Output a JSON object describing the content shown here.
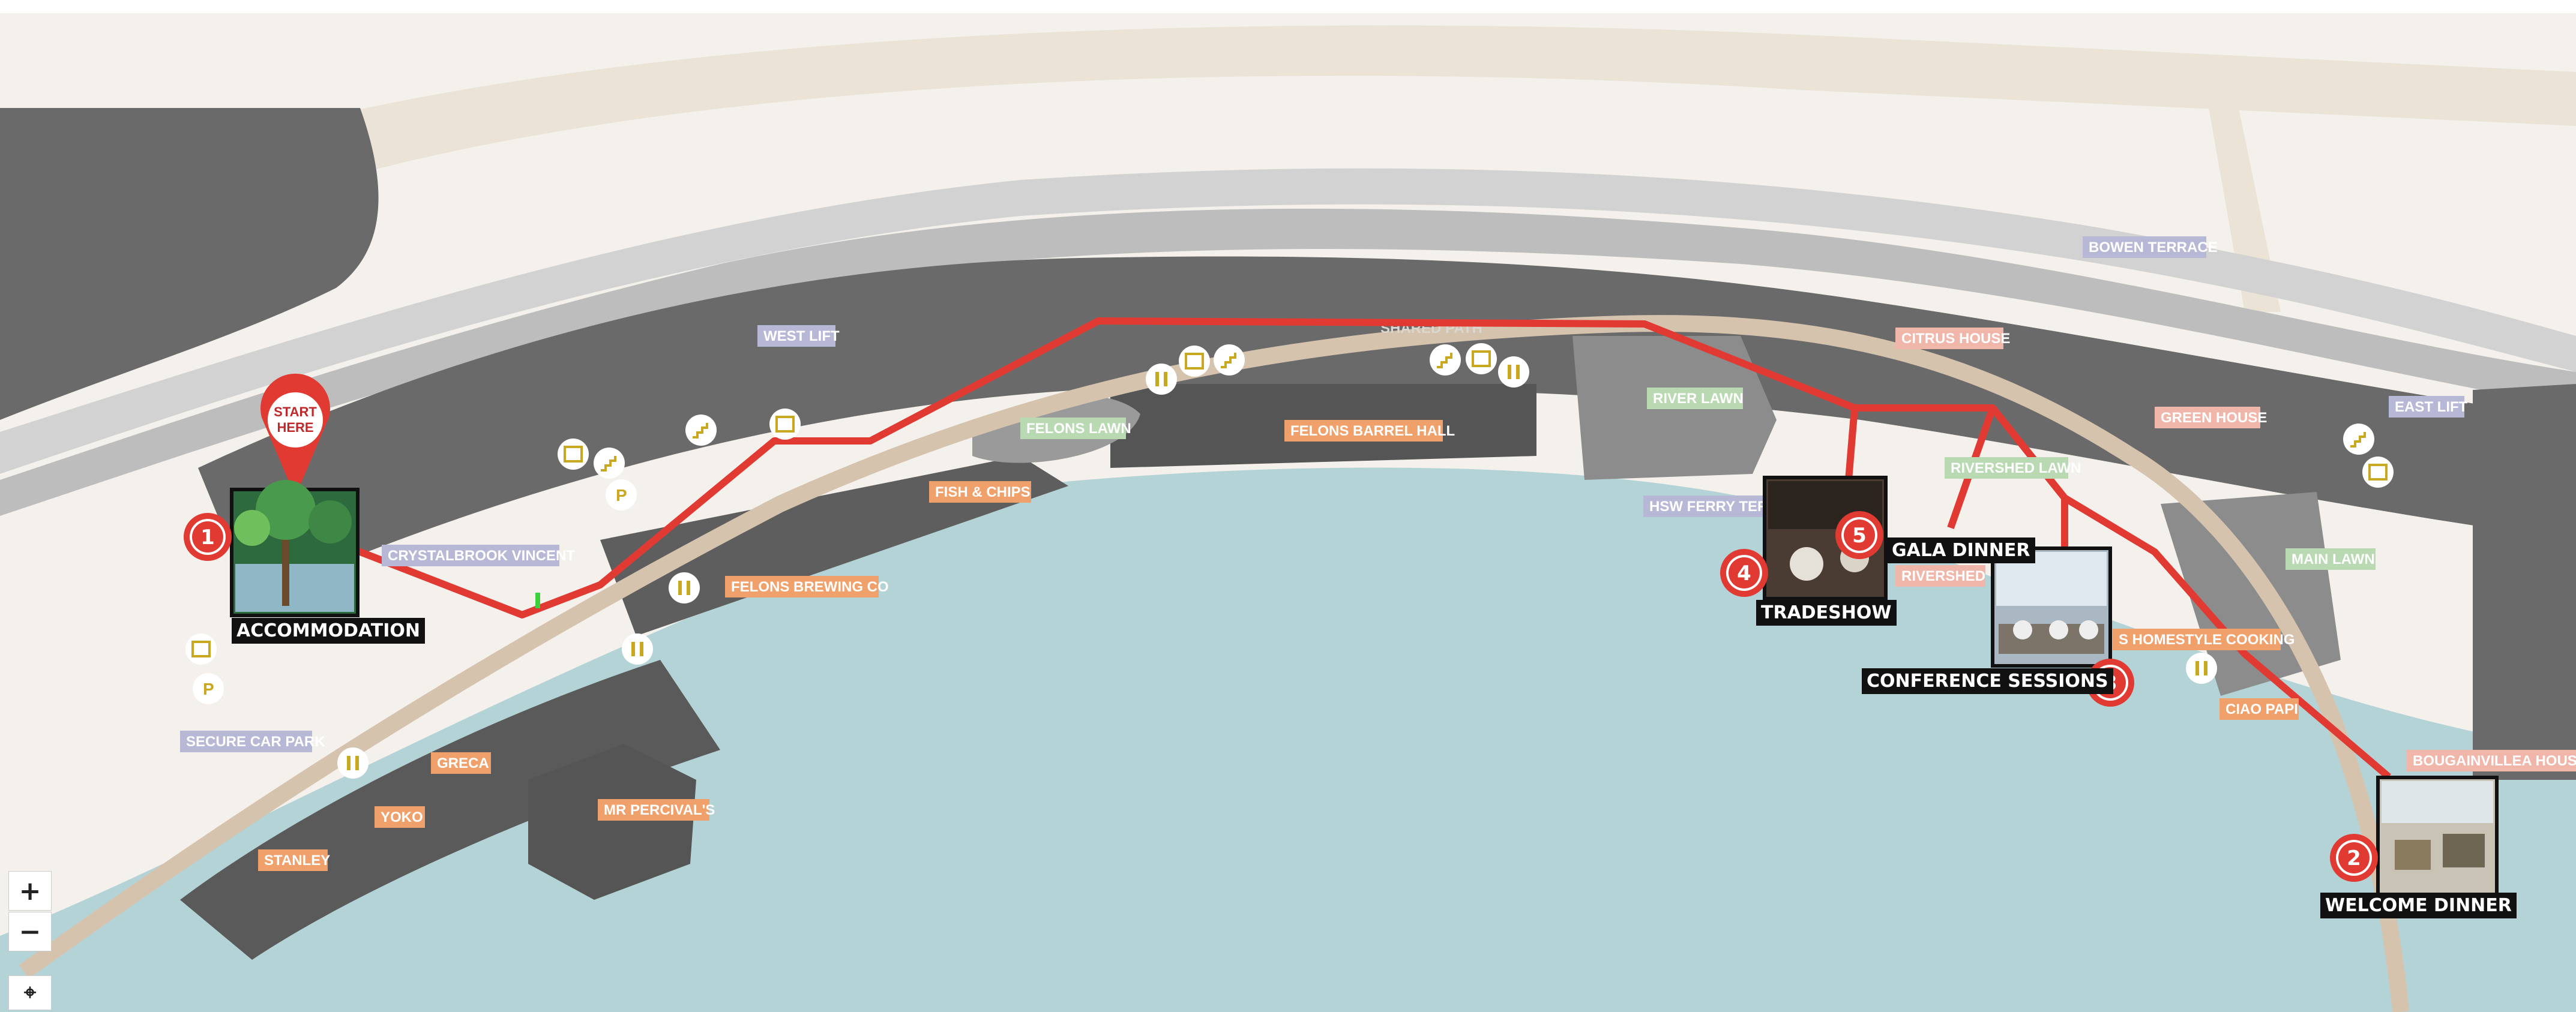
{
  "colors": {
    "route": "#e03a33",
    "water": "#b3d3d6",
    "land": "#f4f1ec",
    "building": "#6a6a6a",
    "path": "#d6c3ae",
    "green_lbl": "#b9d9b2",
    "orange_lbl": "#f0a06a",
    "purple_lbl": "#b7b7d6",
    "pink_lbl": "#efb6a9"
  },
  "start_marker": {
    "line1": "START",
    "line2": "HERE"
  },
  "stops": [
    {
      "number": "1",
      "caption": "ACCOMMODATION",
      "photo_icon": "palm-tree-pool-photo"
    },
    {
      "number": "2",
      "caption": "WELCOME DINNER",
      "photo_icon": "terrace-dining-photo"
    },
    {
      "number": "3",
      "caption": "CONFERENCE SESSIONS",
      "photo_icon": "conference-room-photo"
    },
    {
      "number": "4",
      "caption": "TRADESHOW",
      "photo_icon": "tradeshow-hall-photo"
    },
    {
      "number": "5",
      "caption": "GALA DINNER",
      "photo_icon": "gala-hall-photo"
    }
  ],
  "places": {
    "west_lift": "WEST LIFT",
    "crystalbrook": "CRYSTALBROOK VINCENT",
    "felons_lawn": "FELONS LAWN",
    "felons_barrel": "FELONS BARREL HALL",
    "fish_chips": "FISH & CHIPS",
    "felons_brewing": "FELONS BREWING CO",
    "shared_path": "SHARED PATH",
    "river_lawn": "RIVER LAWN",
    "hsw_ferry": "HSW FERRY TERM",
    "citrus_house": "CITRUS HOUSE",
    "bowen_terrace": "BOWEN TERRACE",
    "green_house": "GREEN HOUSE",
    "east_lift": "EAST LIFT",
    "rivershed_lawn": "RIVERSHED LAWN",
    "rivershed": "RIVERSHED",
    "main_lawn": "MAIN LAWN",
    "homestyle": "S HOMESTYLE COOKING",
    "ciao_papi": "CIAO PAPI",
    "bougainvillea": "BOUGAINVILLEA HOUSE",
    "secure_car_park": "SECURE CAR PARK",
    "greca": "GRECA",
    "yoko": "YOKO",
    "stanley": "STANLEY",
    "mr_percivals": "MR PERCIVAL'S"
  },
  "controls": {
    "zoom_in": "+",
    "zoom_out": "−",
    "recenter": "⌖"
  },
  "icons": [
    "stairs-icon",
    "lift-icon",
    "toilet-icon",
    "parking-icon"
  ]
}
